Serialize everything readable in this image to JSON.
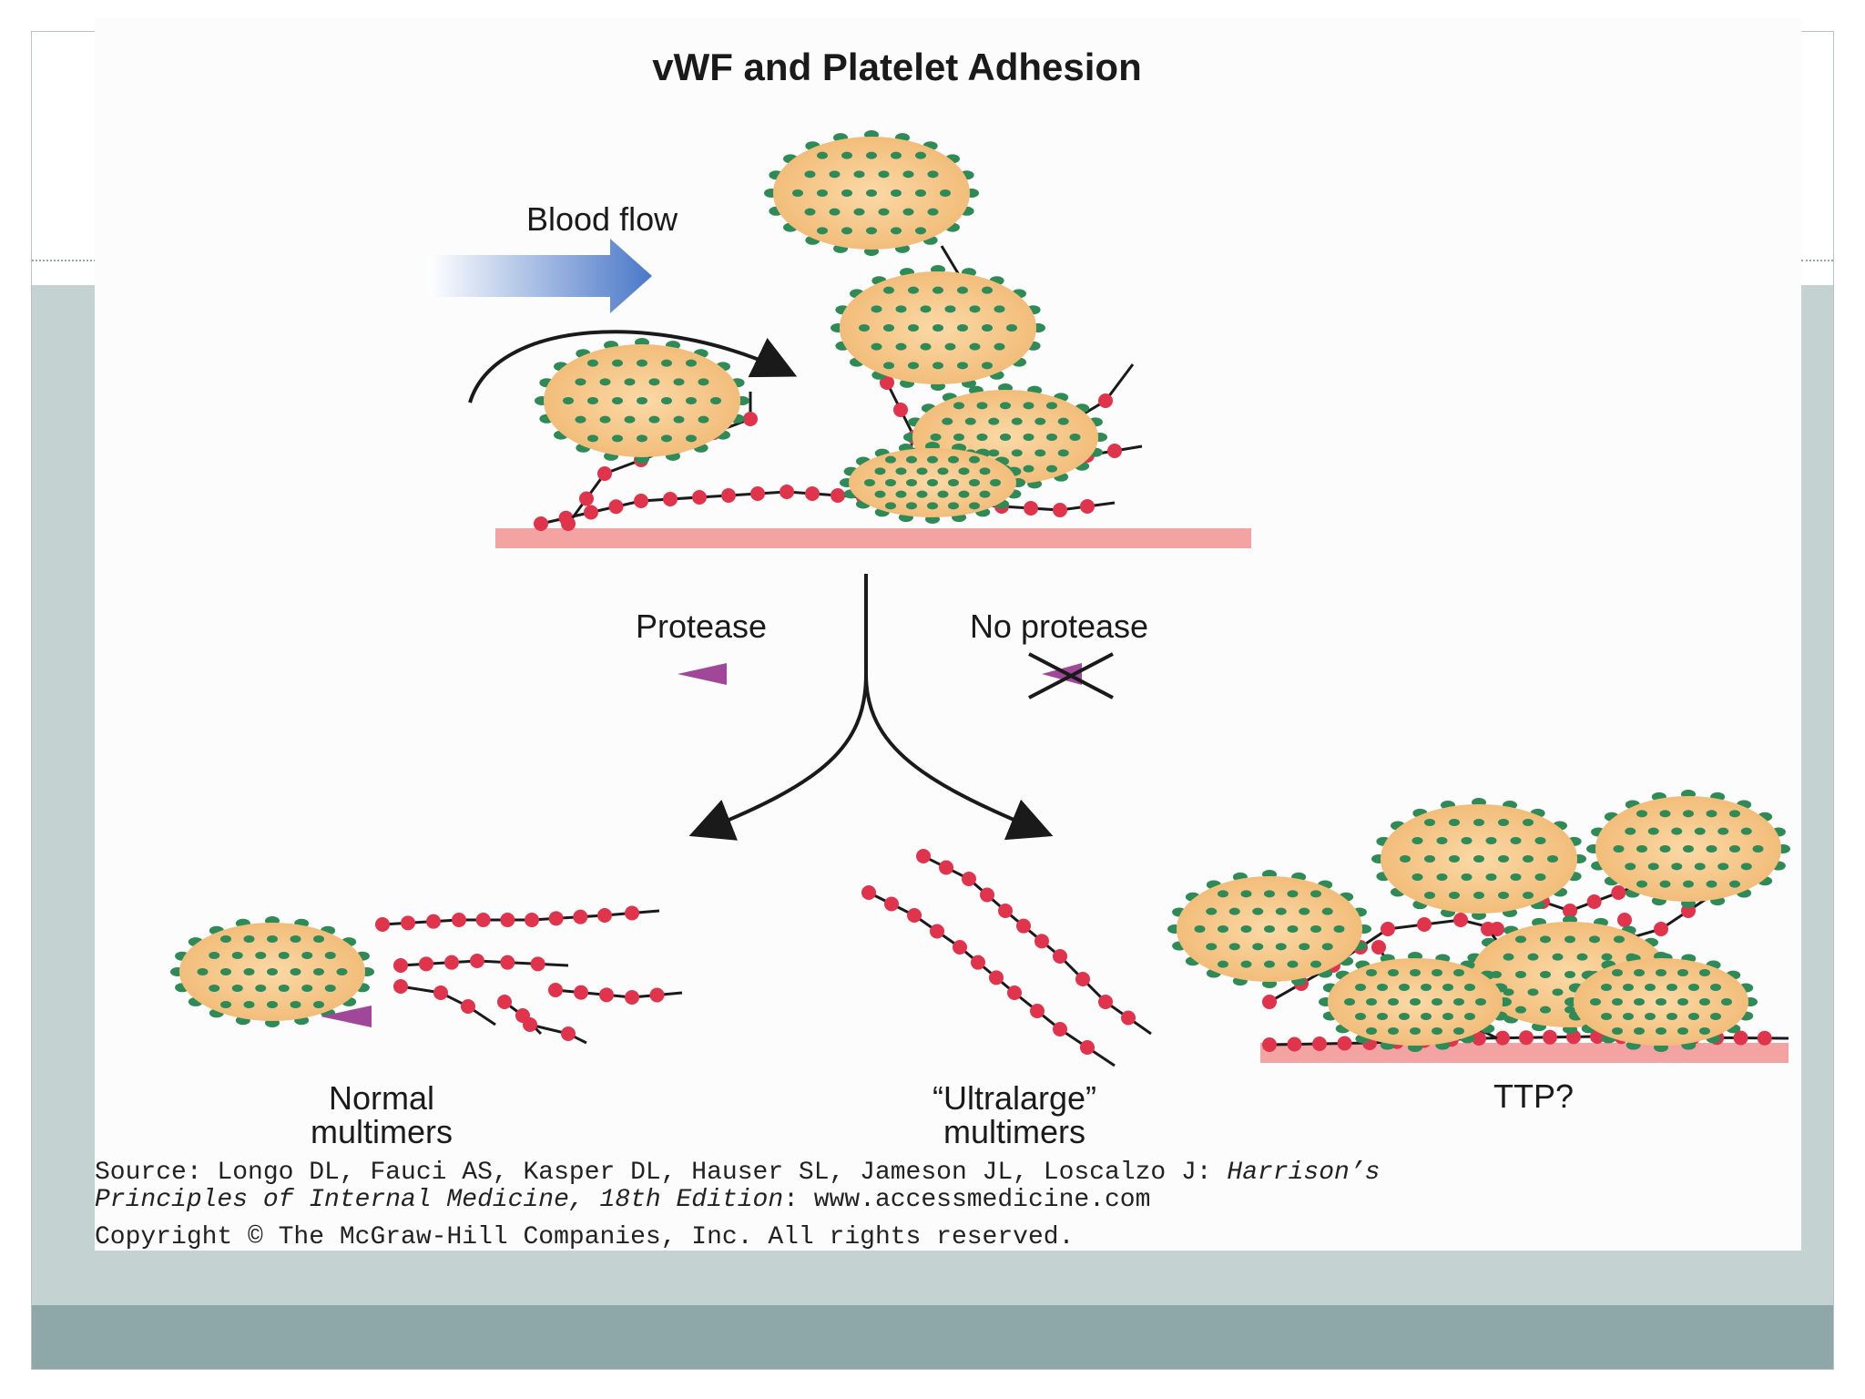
{
  "title": "vWF and Platelet Adhesion",
  "labels": {
    "blood_flow": "Blood flow",
    "protease": "Protease",
    "no_protease": "No protease",
    "normal_line1": "Normal",
    "normal_line2": "multimers",
    "ultra_line1": "“Ultralarge”",
    "ultra_line2": "multimers",
    "ttp": "TTP?"
  },
  "source": {
    "prefix": "Source: Longo DL, Fauci AS, Kasper DL, Hauser SL, Jameson JL, Loscalzo J:",
    "book_title": "Harrison’s",
    "book_title_2": "Principles of Internal Medicine, 18th Edition",
    "url_part": ": www.accessmedicine.com",
    "copyright": "Copyright © The McGraw-Hill Companies, Inc. All rights reserved."
  },
  "colors": {
    "platelet_fill": "#f6c98a",
    "platelet_dot": "#2e8b57",
    "vwf_bead": "#e0344c",
    "vessel_wall": "#f4a3a3",
    "protease": "#a0479a",
    "arrow_blue": "#4a78c8",
    "frame_gray": "#c5d2d2",
    "band_gray": "#8ea7a8"
  },
  "icons": {
    "blood_flow_arrow": "arrow-right",
    "protease_marker": "triangle-left",
    "no_protease_marker": "cross"
  }
}
